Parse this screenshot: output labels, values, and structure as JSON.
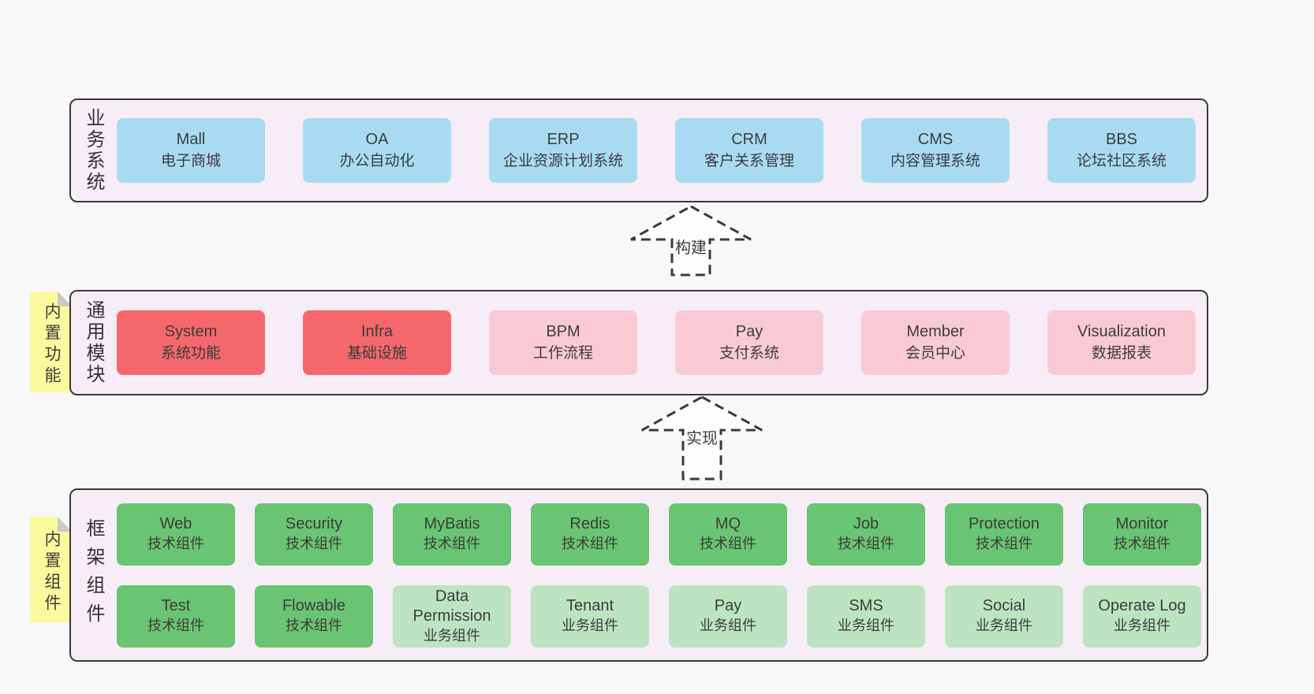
{
  "colors": {
    "page_bg": "#f8f8f8",
    "band_bg": "#f7edf6",
    "border": "#3a3a3a",
    "blue": "#a8dbf2",
    "red": "#f4676d",
    "pink": "#facad4",
    "green": "#69c473",
    "lightgreen": "#bce4c1",
    "yellow": "#fbf99d",
    "fold": "#c9c9c9",
    "text": "#3c3c3c"
  },
  "arrows": {
    "build": "构建",
    "implement": "实现"
  },
  "bands": {
    "business": {
      "label": "业务系统",
      "boxes": [
        {
          "en": "Mall",
          "cn": "电子商城"
        },
        {
          "en": "OA",
          "cn": "办公自动化"
        },
        {
          "en": "ERP",
          "cn": "企业资源计划系统"
        },
        {
          "en": "CRM",
          "cn": "客户关系管理"
        },
        {
          "en": "CMS",
          "cn": "内容管理系统"
        },
        {
          "en": "BBS",
          "cn": "论坛社区系统"
        }
      ]
    },
    "common": {
      "label": "通用模块",
      "note": "内置功能",
      "boxes": [
        {
          "en": "System",
          "cn": "系统功能"
        },
        {
          "en": "Infra",
          "cn": "基础设施"
        },
        {
          "en": "BPM",
          "cn": "工作流程"
        },
        {
          "en": "Pay",
          "cn": "支付系统"
        },
        {
          "en": "Member",
          "cn": "会员中心"
        },
        {
          "en": "Visualization",
          "cn": "数据报表"
        }
      ]
    },
    "framework": {
      "label": "框架组件",
      "note": "内置组件",
      "row1": [
        {
          "en": "Web",
          "cn": "技术组件"
        },
        {
          "en": "Security",
          "cn": "技术组件"
        },
        {
          "en": "MyBatis",
          "cn": "技术组件"
        },
        {
          "en": "Redis",
          "cn": "技术组件"
        },
        {
          "en": "MQ",
          "cn": "技术组件"
        },
        {
          "en": "Job",
          "cn": "技术组件"
        },
        {
          "en": "Protection",
          "cn": "技术组件"
        },
        {
          "en": "Monitor",
          "cn": "技术组件"
        }
      ],
      "row2": [
        {
          "en": "Test",
          "cn": "技术组件"
        },
        {
          "en": "Flowable",
          "cn": "技术组件"
        },
        {
          "en": "Data Permission",
          "cn": "业务组件"
        },
        {
          "en": "Tenant",
          "cn": "业务组件"
        },
        {
          "en": "Pay",
          "cn": "业务组件"
        },
        {
          "en": "SMS",
          "cn": "业务组件"
        },
        {
          "en": "Social",
          "cn": "业务组件"
        },
        {
          "en": "Operate Log",
          "cn": "业务组件"
        }
      ]
    }
  }
}
